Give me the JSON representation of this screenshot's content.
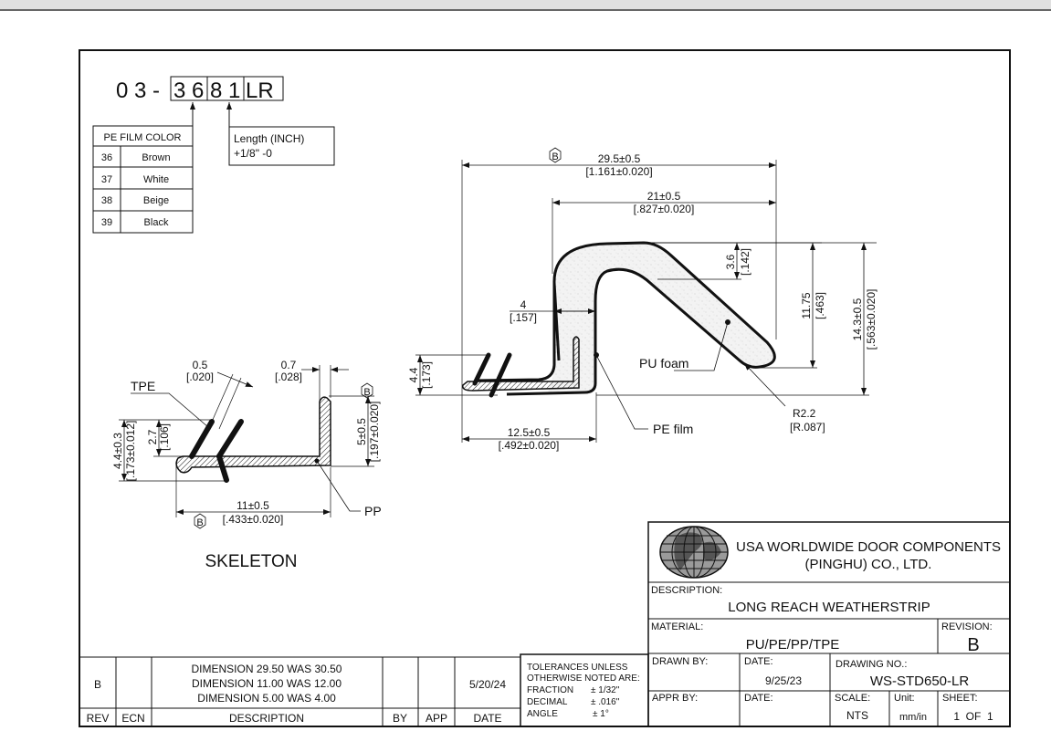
{
  "part_number": {
    "prefix": "0 3 -",
    "color_code": "3 6",
    "length_code": "8 1",
    "suffix": "LR"
  },
  "color_table": {
    "header": "PE FILM COLOR",
    "rows": [
      {
        "code": "36",
        "color": "Brown"
      },
      {
        "code": "37",
        "color": "White"
      },
      {
        "code": "38",
        "color": "Beige"
      },
      {
        "code": "39",
        "color": "Black"
      }
    ]
  },
  "length_note": {
    "line1": "Length (INCH)",
    "line2": "+1/8\" -0"
  },
  "main_profile": {
    "rev_marker": "B",
    "dim_overall_width": "29.5±0.5",
    "dim_overall_width_in": "[1.161±0.020]",
    "dim_bulb_width": "21±0.5",
    "dim_bulb_width_in": "[.827±0.020]",
    "dim_wall": "3.6",
    "dim_wall_in": "[.142]",
    "dim_height_bulb": "11.75",
    "dim_height_bulb_in": "[.463]",
    "dim_height_total": "14.3±0.5",
    "dim_height_total_in": "[.563±0.020]",
    "dim_neck": "4",
    "dim_neck_in": "[.157]",
    "dim_fin_height": "4.4",
    "dim_fin_height_in": "[.173]",
    "dim_base": "12.5±0.5",
    "dim_base_in": "[.492±0.020]",
    "radius": "R2.2",
    "radius_in": "[R.087]",
    "label_foam": "PU foam",
    "label_film": "PE film"
  },
  "skeleton": {
    "title": "SKELETON",
    "label_tpe": "TPE",
    "label_pp": "PP",
    "dim_fin_thk": "0.5",
    "dim_fin_thk_in": "[.020]",
    "dim_wall_thk": "0.7",
    "dim_wall_thk_in": "[.028]",
    "dim_leg": "5±0.5",
    "dim_leg_in": "[.197±0.020]",
    "dim_fin_h": "2.7",
    "dim_fin_h_in": "[.106]",
    "dim_total_h": "4.4±0.3",
    "dim_total_h_in": "[.173±0.012]",
    "dim_base": "11±0.5",
    "dim_base_in": "[.433±0.020]",
    "rev_marker_top": "B",
    "rev_marker_bottom": "B"
  },
  "revision_table": {
    "row": {
      "rev": "B",
      "ecn": "",
      "description": [
        "DIMENSION 29.50 WAS 30.50",
        "DIMENSION 11.00 WAS 12.00",
        "DIMENSION 5.00 WAS 4.00"
      ],
      "by": "",
      "app": "",
      "date": "5/20/24"
    },
    "headers": {
      "rev": "REV",
      "ecn": "ECN",
      "description": "DESCRIPTION",
      "by": "BY",
      "app": "APP",
      "date": "DATE"
    }
  },
  "tolerances": {
    "line1": "TOLERANCES UNLESS",
    "line2": "OTHERWISE NOTED ARE:",
    "fraction_label": "FRACTION",
    "fraction_value": "± 1/32\"",
    "decimal_label": "DECIMAL",
    "decimal_value": "± .016\"",
    "angle_label": "ANGLE",
    "angle_value": "± 1°"
  },
  "title_block": {
    "company_line1": "USA WORLDWIDE DOOR COMPONENTS",
    "company_line2": "(PINGHU) CO., LTD.",
    "description_label": "DESCRIPTION:",
    "description": "LONG REACH WEATHERSTRIP",
    "material_label": "MATERIAL:",
    "material": "PU/PE/PP/TPE",
    "revision_label": "REVISION:",
    "revision": "B",
    "drawn_by_label": "DRAWN BY:",
    "drawn_by": "",
    "date_label": "DATE:",
    "date": "9/25/23",
    "drawing_no_label": "DRAWING NO.:",
    "drawing_no": "WS-STD650-LR",
    "appr_by_label": "APPR BY:",
    "appr_by": "",
    "appr_date_label": "DATE:",
    "appr_date": "",
    "scale_label": "SCALE:",
    "scale": "NTS",
    "unit_label": "Unit:",
    "unit": "mm/in",
    "sheet_label": "SHEET:",
    "sheet": "1  OF  1"
  }
}
